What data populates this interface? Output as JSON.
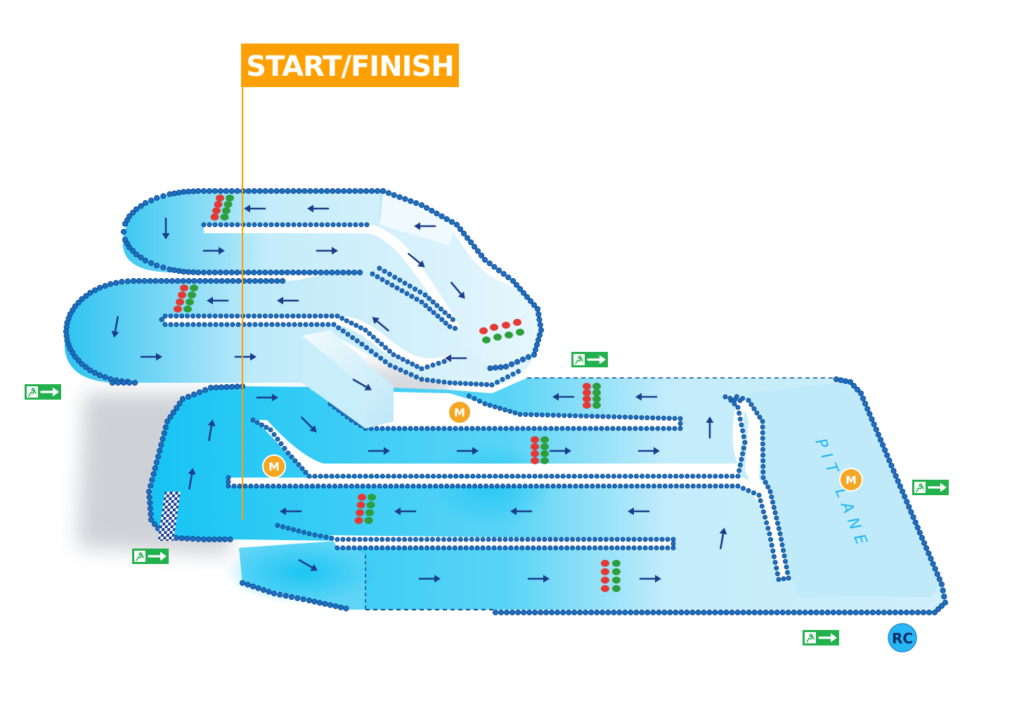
{
  "start_finish": {
    "label": "START/FINISH",
    "color": "#FFA000"
  },
  "pit_lane": {
    "label": "PIT LANE"
  },
  "marshal": {
    "label": "M",
    "color": "#F5A623"
  },
  "race_control": {
    "label": "RC",
    "color": "#29B6F6"
  },
  "exit_sign": {
    "icon": "emergency-exit-icon",
    "color": "#22B14C"
  },
  "colors": {
    "track_light": "#DFF3FC",
    "track_mid": "#A9E3F8",
    "track_bright": "#1EC8F5",
    "barrier": "#1F6FC0",
    "barrier_dark": "#0D4C94",
    "arrow": "#1A3E8C",
    "signal_red": "#E53935",
    "signal_green": "#2E9E3A"
  }
}
